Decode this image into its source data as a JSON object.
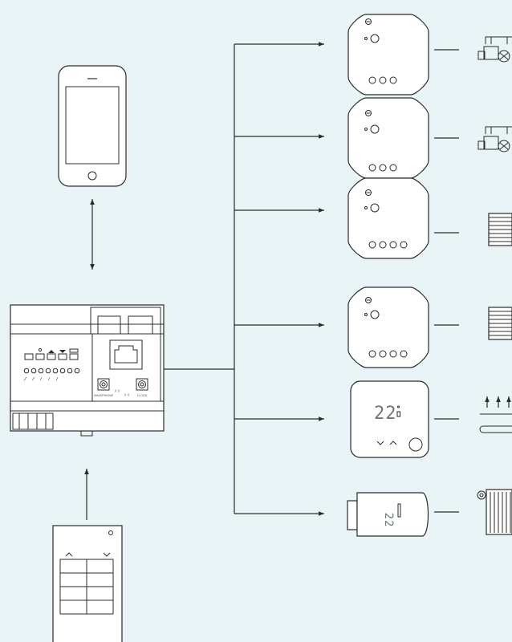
{
  "thermostat": {
    "temperature": "22"
  },
  "radiator_head": {
    "temperature": "22"
  },
  "gateway": {
    "label_left": "SMARTPHONE",
    "label_right": "CLOUD"
  }
}
